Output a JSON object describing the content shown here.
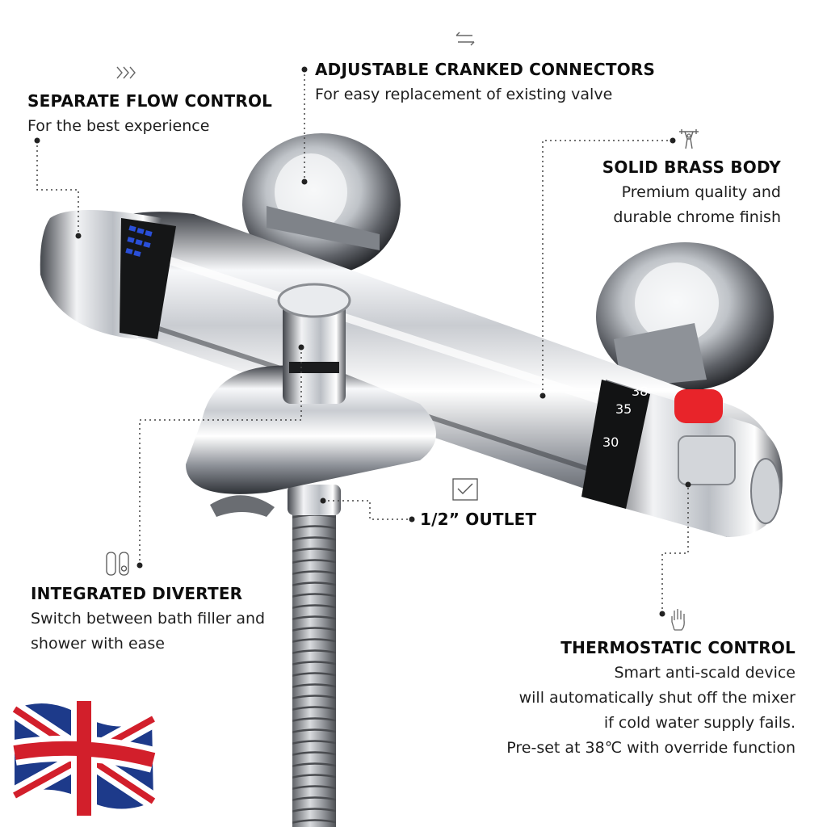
{
  "features": {
    "flow": {
      "title": "SEPARATE FLOW CONTROL",
      "desc": "For the best experience"
    },
    "connectors": {
      "title": "ADJUSTABLE CRANKED CONNECTORS",
      "desc": "For easy replacement of existing valve"
    },
    "brass": {
      "title": "SOLID BRASS BODY",
      "desc_lines": [
        "Premium quality and",
        "durable chrome finish"
      ]
    },
    "outlet": {
      "title": "1/2” OUTLET"
    },
    "diverter": {
      "title": "INTEGRATED DIVERTER",
      "desc_lines": [
        "Switch between bath filler and",
        "shower with ease"
      ]
    },
    "thermostatic": {
      "title": "THERMOSTATIC CONTROL",
      "desc_lines": [
        "Smart anti-scald device",
        "will automatically shut off the mixer",
        "if cold water supply fails.",
        "Pre-set at 38℃ with override function"
      ]
    }
  },
  "dial": {
    "marks": [
      "38",
      "35",
      "30"
    ]
  },
  "icons": {
    "flow": "chevrons-right-icon",
    "connectors": "swap-arrows-icon",
    "brass": "weightlifter-icon",
    "outlet": "checkbox-icon",
    "diverter": "toggle-switch-icon",
    "thermostatic": "hand-icon",
    "flag": "union-jack-flag"
  },
  "colors": {
    "chrome_light": "#f4f6f8",
    "chrome_dark": "#3a3d42",
    "override_button": "#e8242a",
    "flow_marks": "#2a4fd8",
    "flag_blue": "#1d3a8a",
    "flag_red": "#d21f2b"
  }
}
